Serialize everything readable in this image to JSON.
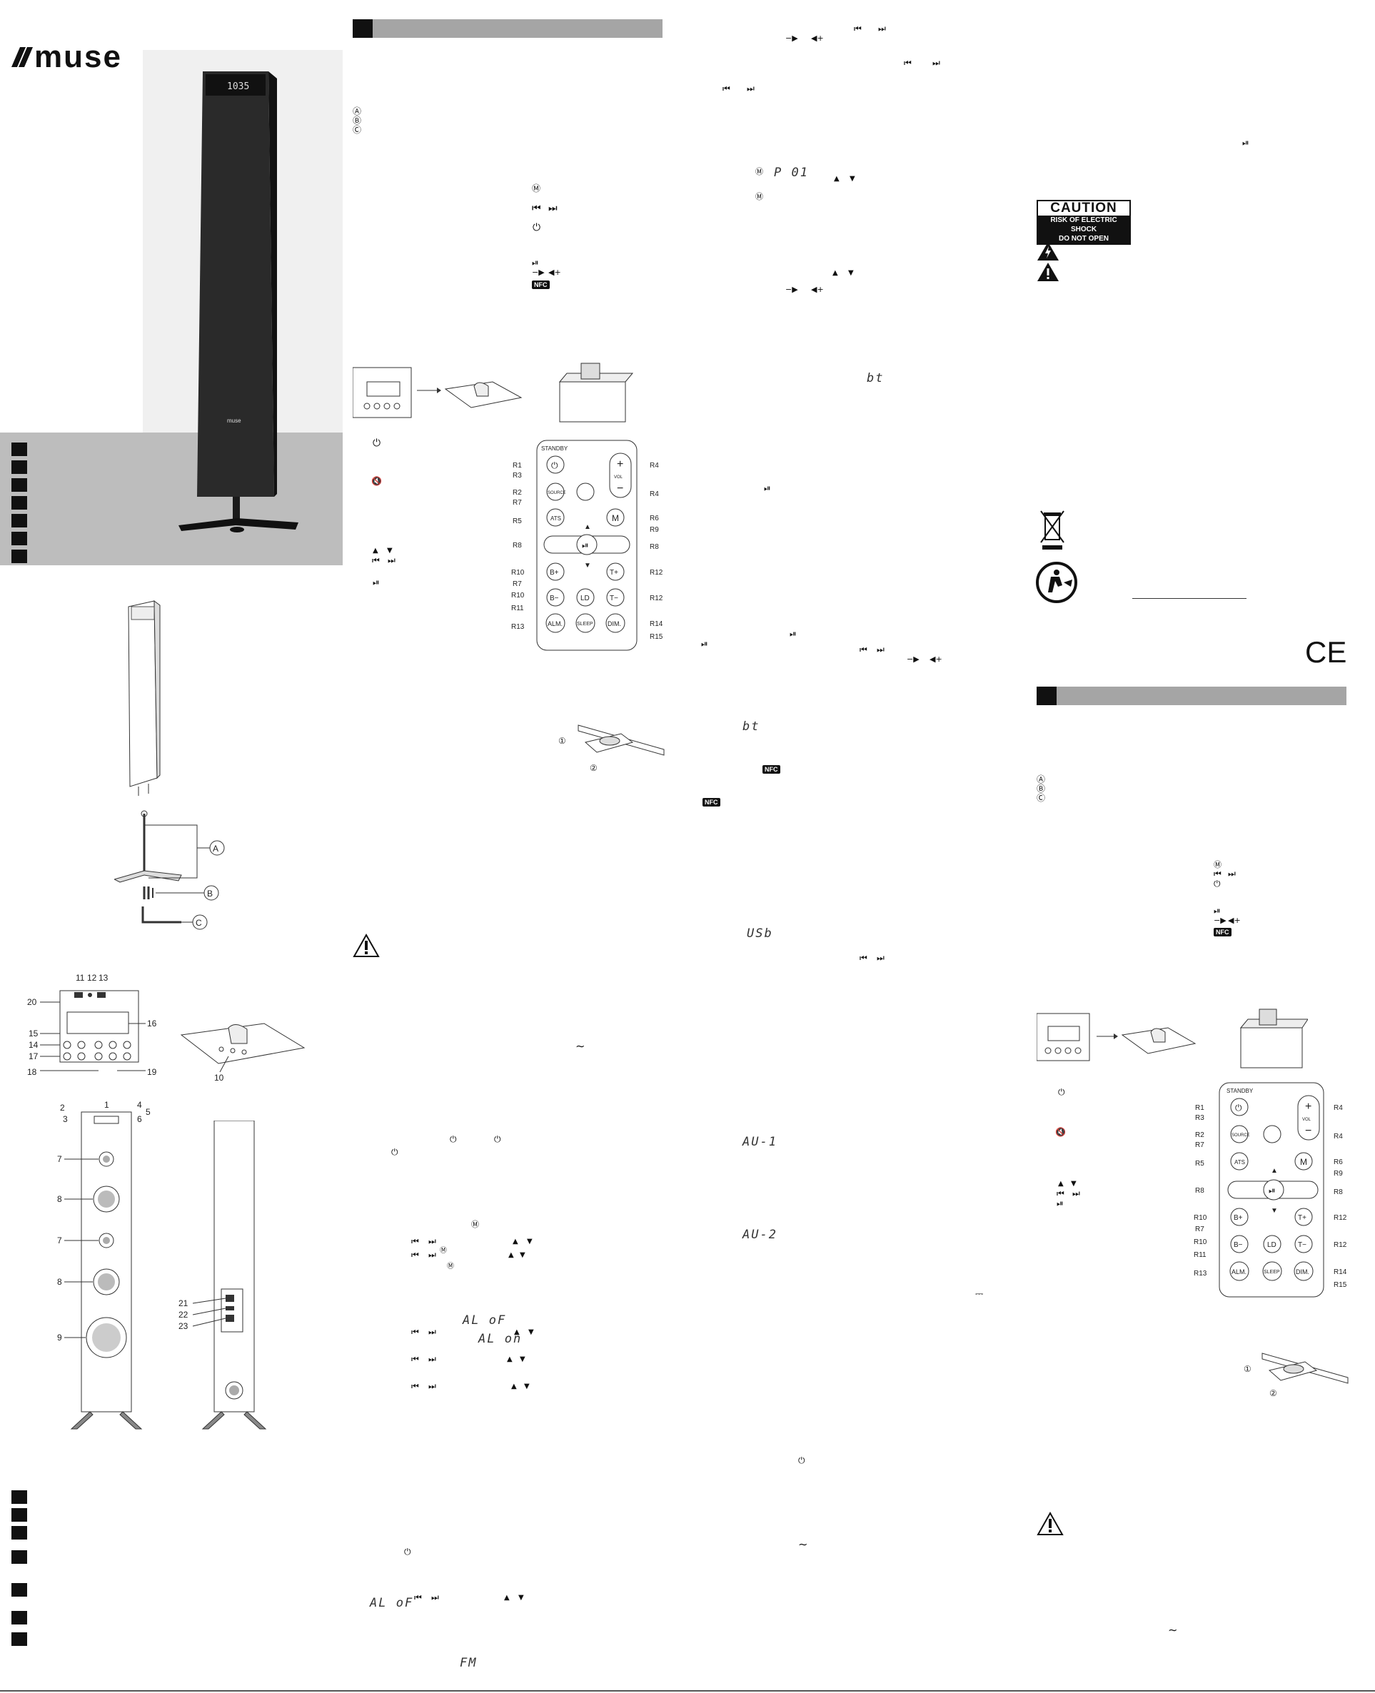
{
  "brand": {
    "logo_text": "muse"
  },
  "tower_display": "1035",
  "tower_badge": "muse",
  "segment_readouts": {
    "p01": "P 01",
    "bt1": "bt",
    "bt2": "bt",
    "usb": "USb",
    "au1": "AU-1",
    "au2": "AU-2",
    "alof1": "AL oF",
    "alon": "AL on",
    "alof2": "AL oF",
    "fm": "FM"
  },
  "markers": {
    "a": "A",
    "b": "B",
    "c": "C"
  },
  "caution": {
    "title": "CAUTION",
    "line1": "RISK OF ELECTRIC SHOCK",
    "line2": "DO NOT OPEN"
  },
  "ce_mark": "CE",
  "nfc_label": "NFC",
  "remote": {
    "standby": "STANDBY",
    "buttons": [
      "SOURCE",
      "ATS",
      "M",
      "B+",
      "B−",
      "T+",
      "T−",
      "LD",
      "ALM.",
      "SLEEP",
      "DIM."
    ],
    "vol": "VOL",
    "left_labels": [
      "R1",
      "R3",
      "R2",
      "R7",
      "R5",
      "R8",
      "R10",
      "R7",
      "R10",
      "R11",
      "R13"
    ],
    "right_labels": [
      "R4",
      "R4",
      "R6",
      "R9",
      "R8",
      "R12",
      "R12",
      "R14",
      "R15"
    ]
  },
  "front_callouts": [
    "11",
    "12",
    "13",
    "20",
    "16",
    "15",
    "14",
    "17",
    "18",
    "19",
    "10"
  ],
  "tower_callouts": [
    "1",
    "2",
    "3",
    "4",
    "5",
    "6",
    "7",
    "8",
    "7",
    "8",
    "9"
  ],
  "rear_callouts": [
    "21",
    "22",
    "23"
  ],
  "battery_steps": [
    "①",
    "②"
  ],
  "icons": {
    "power": "⏻",
    "mute": "🔇",
    "prev": "⏮",
    "next": "⏭",
    "playpause": "⏯",
    "up": "▲",
    "down": "▼",
    "mem": "Ⓜ",
    "vol_down": "−▶",
    "vol_up": "◀+",
    "circle_a": "Ⓐ",
    "circle_b": "Ⓑ",
    "circle_c": "Ⓒ",
    "ac": "∼",
    "dc": "⎓"
  }
}
